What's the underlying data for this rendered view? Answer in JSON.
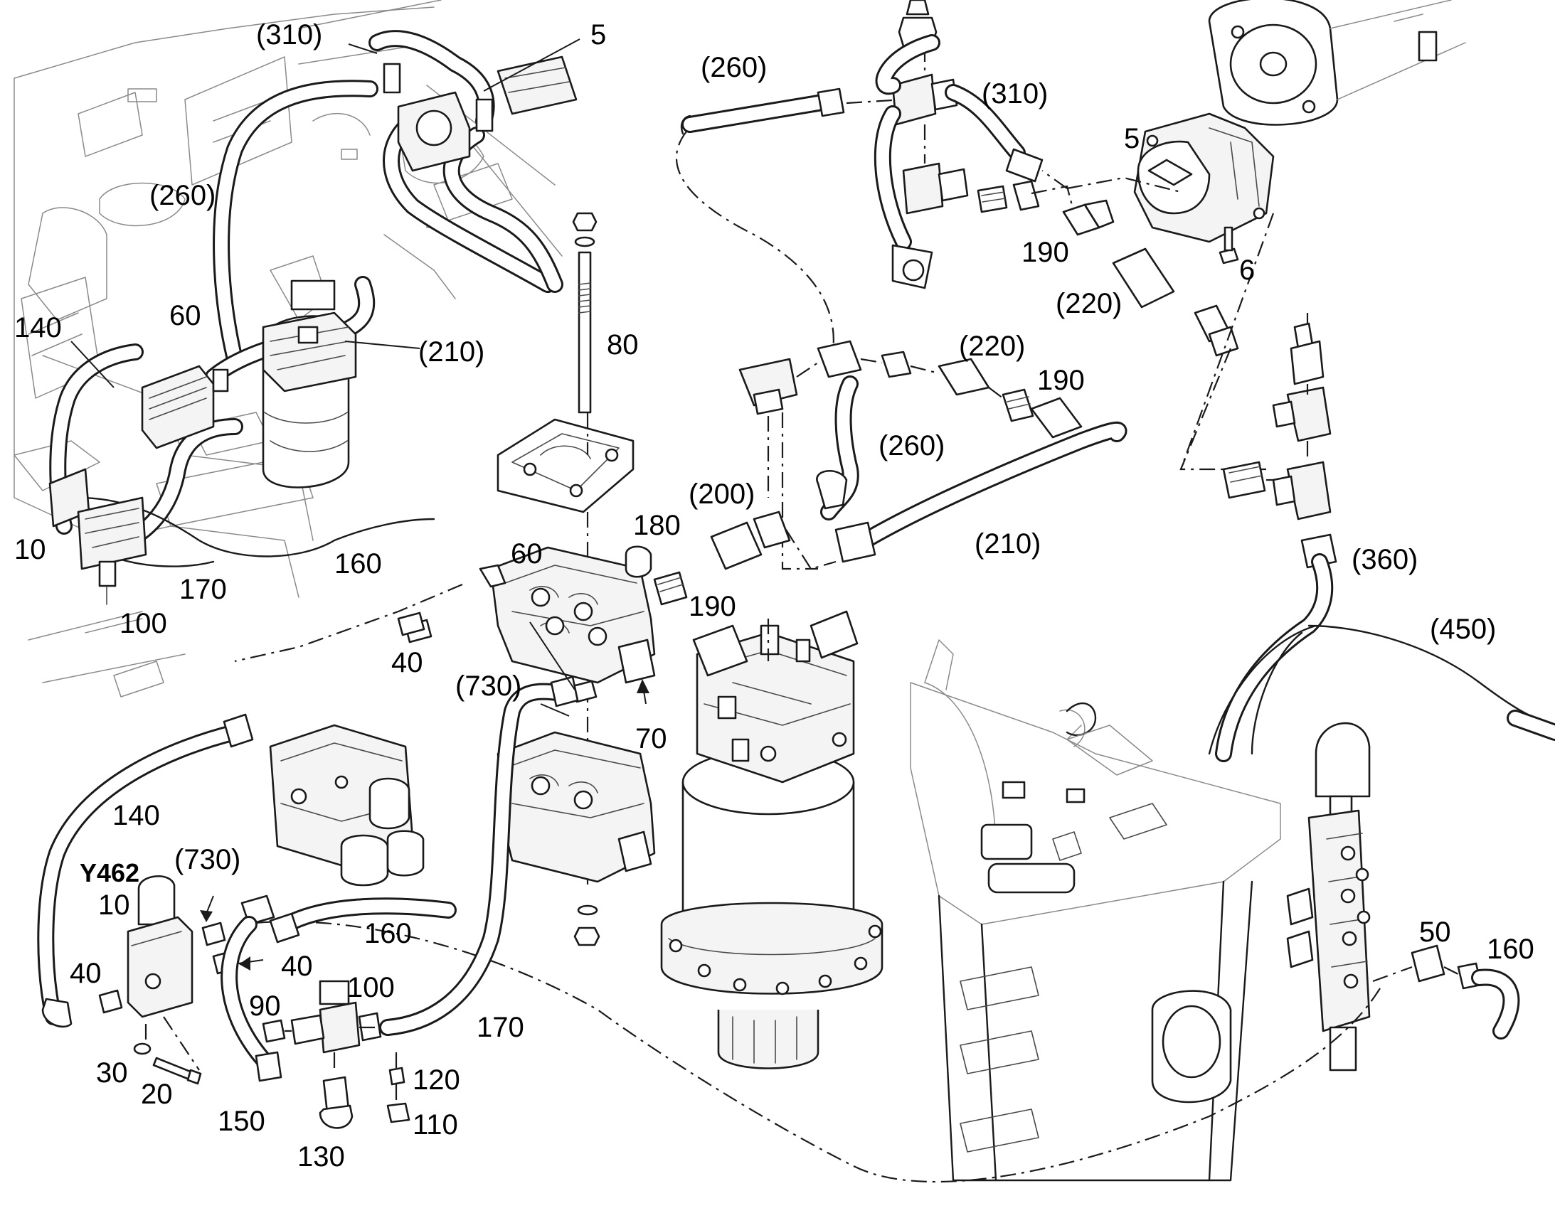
{
  "labels": {
    "l310_top": "(310)",
    "l5_top": "5",
    "l260_left": "(260)",
    "l140_upper": "140",
    "l60_upper": "60",
    "l210_upper": "(210)",
    "l10_upper": "10",
    "l160_upper": "160",
    "l170_upper": "170",
    "l100_upper": "100",
    "l80": "80",
    "l260_top": "(260)",
    "l310_right": "(310)",
    "l5_right": "5",
    "l190_right": "190",
    "l6": "6",
    "l220_right": "(220)",
    "l220_mid": "(220)",
    "l190_mid": "190",
    "l260_mid": "(260)",
    "l200": "(200)",
    "l180": "180",
    "l210_mid": "(210)",
    "l60_mid": "60",
    "l190_lower": "190",
    "l40_mid": "40",
    "l730_mid": "(730)",
    "l70": "70",
    "l360": "(360)",
    "l450": "(450)",
    "l140_lower": "140",
    "y462": "Y462",
    "l730_lower": "(730)",
    "l10_lower": "10",
    "l160_lower": "160",
    "l40_lower_left": "40",
    "l40_lower_right": "40",
    "l100_lower": "100",
    "l90": "90",
    "l30": "30",
    "l20": "20",
    "l170_lower": "170",
    "l120": "120",
    "l150": "150",
    "l110": "110",
    "l130": "130",
    "l50": "50",
    "l160_right": "160"
  }
}
